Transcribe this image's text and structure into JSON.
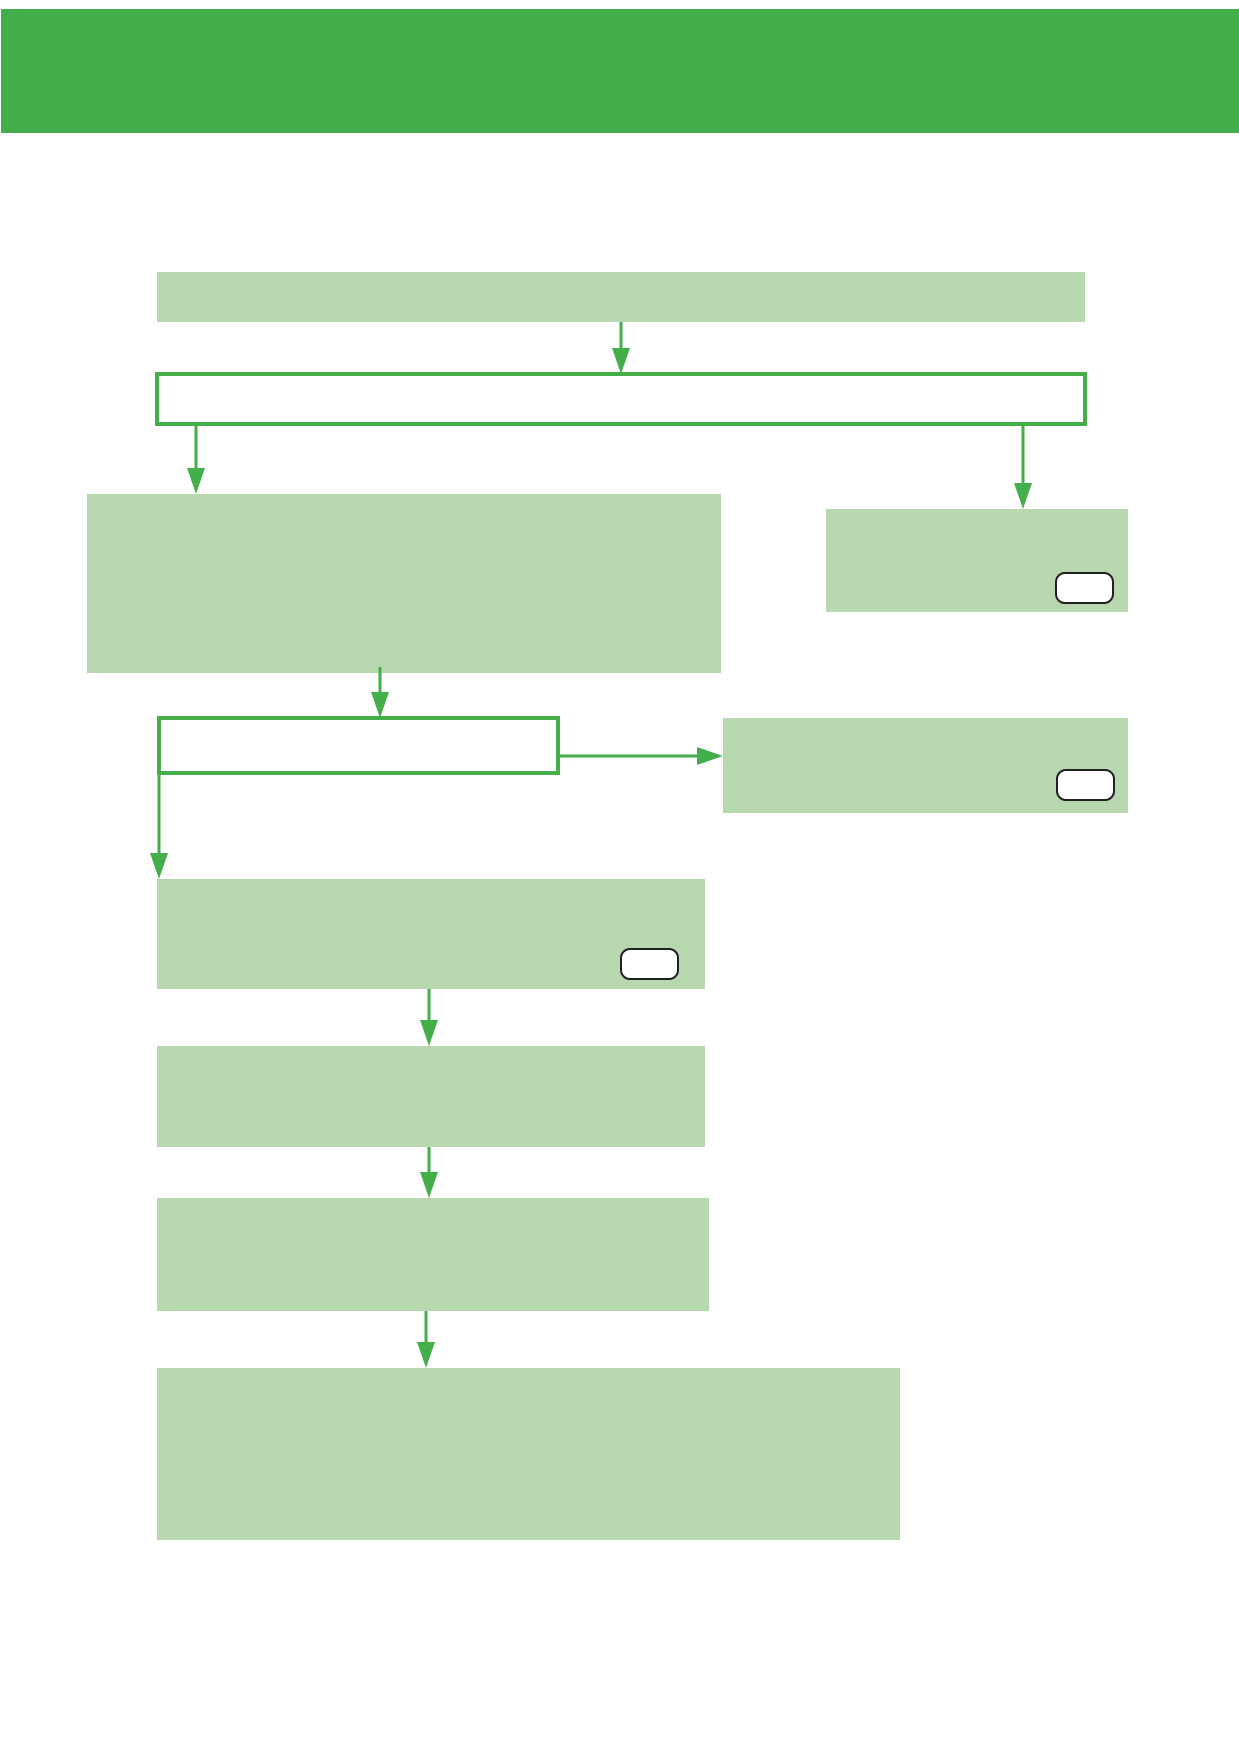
{
  "header": {
    "color": "#43ae4a"
  },
  "diagram": {
    "accent_color": "#43ae4a",
    "box_fill_color": "#b7d7ae",
    "badge_border_color": "#231f20",
    "nodes": [
      {
        "id": "step-1",
        "style": "filled",
        "text": ""
      },
      {
        "id": "decision-1",
        "style": "outline",
        "text": ""
      },
      {
        "id": "step-2-left",
        "style": "filled",
        "text": ""
      },
      {
        "id": "step-2-right",
        "style": "filled",
        "text": "",
        "has_ref_badge": true
      },
      {
        "id": "decision-2",
        "style": "outline",
        "text": ""
      },
      {
        "id": "step-3-right",
        "style": "filled",
        "text": "",
        "has_ref_badge": true
      },
      {
        "id": "step-3-left",
        "style": "filled",
        "text": "",
        "has_ref_badge": true
      },
      {
        "id": "step-4",
        "style": "filled",
        "text": ""
      },
      {
        "id": "step-5",
        "style": "filled",
        "text": ""
      },
      {
        "id": "step-6",
        "style": "filled",
        "text": ""
      }
    ],
    "edges": [
      {
        "from": "step-1",
        "to": "decision-1"
      },
      {
        "from": "decision-1",
        "to": "step-2-left"
      },
      {
        "from": "decision-1",
        "to": "step-2-right"
      },
      {
        "from": "step-2-left",
        "to": "decision-2"
      },
      {
        "from": "decision-2",
        "to": "step-3-right"
      },
      {
        "from": "decision-2",
        "to": "step-3-left"
      },
      {
        "from": "step-3-left",
        "to": "step-4"
      },
      {
        "from": "step-4",
        "to": "step-5"
      },
      {
        "from": "step-5",
        "to": "step-6"
      }
    ]
  }
}
